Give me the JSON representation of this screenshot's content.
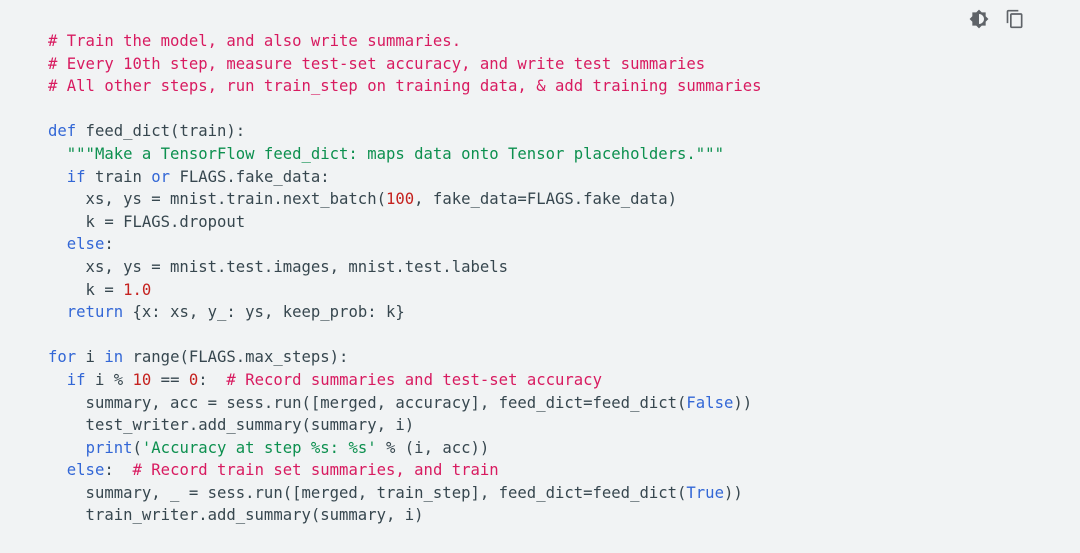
{
  "toolbar": {
    "theme_icon": "brightness-contrast-icon",
    "copy_icon": "copy-icon"
  },
  "colors": {
    "background": "#f1f3f4",
    "comment": "#d81b60",
    "keyword": "#3367d6",
    "string": "#0d904f",
    "number": "#c5221f",
    "plain": "#37474f"
  },
  "code_lines": [
    [
      [
        "comment",
        "# Train the model, and also write summaries."
      ]
    ],
    [
      [
        "comment",
        "# Every 10th step, measure test-set accuracy, and write test summaries"
      ]
    ],
    [
      [
        "comment",
        "# All other steps, run train_step on training data, & add training summaries"
      ]
    ],
    [],
    [
      [
        "keyword",
        "def"
      ],
      [
        "plain",
        " feed_dict(train):"
      ]
    ],
    [
      [
        "plain",
        "  "
      ],
      [
        "string",
        "\"\"\"Make a TensorFlow feed_dict: maps data onto Tensor placeholders.\"\"\""
      ]
    ],
    [
      [
        "plain",
        "  "
      ],
      [
        "keyword",
        "if"
      ],
      [
        "plain",
        " train "
      ],
      [
        "keyword",
        "or"
      ],
      [
        "plain",
        " FLAGS.fake_data:"
      ]
    ],
    [
      [
        "plain",
        "    xs, ys = mnist.train.next_batch("
      ],
      [
        "number",
        "100"
      ],
      [
        "plain",
        ", fake_data=FLAGS.fake_data)"
      ]
    ],
    [
      [
        "plain",
        "    k = FLAGS.dropout"
      ]
    ],
    [
      [
        "plain",
        "  "
      ],
      [
        "keyword",
        "else"
      ],
      [
        "plain",
        ":"
      ]
    ],
    [
      [
        "plain",
        "    xs, ys = mnist.test.images, mnist.test.labels"
      ]
    ],
    [
      [
        "plain",
        "    k = "
      ],
      [
        "number",
        "1.0"
      ]
    ],
    [
      [
        "plain",
        "  "
      ],
      [
        "keyword",
        "return"
      ],
      [
        "plain",
        " {x: xs, y_: ys, keep_prob: k}"
      ]
    ],
    [],
    [
      [
        "keyword",
        "for"
      ],
      [
        "plain",
        " i "
      ],
      [
        "keyword",
        "in"
      ],
      [
        "plain",
        " range(FLAGS.max_steps):"
      ]
    ],
    [
      [
        "plain",
        "  "
      ],
      [
        "keyword",
        "if"
      ],
      [
        "plain",
        " i % "
      ],
      [
        "number",
        "10"
      ],
      [
        "plain",
        " == "
      ],
      [
        "number",
        "0"
      ],
      [
        "plain",
        ":  "
      ],
      [
        "comment",
        "# Record summaries and test-set accuracy"
      ]
    ],
    [
      [
        "plain",
        "    summary, acc = sess.run([merged, accuracy], feed_dict=feed_dict("
      ],
      [
        "keyword",
        "False"
      ],
      [
        "plain",
        "))"
      ]
    ],
    [
      [
        "plain",
        "    test_writer.add_summary(summary, i)"
      ]
    ],
    [
      [
        "plain",
        "    "
      ],
      [
        "keyword",
        "print"
      ],
      [
        "plain",
        "("
      ],
      [
        "string",
        "'Accuracy at step %s: %s'"
      ],
      [
        "plain",
        " % (i, acc))"
      ]
    ],
    [
      [
        "plain",
        "  "
      ],
      [
        "keyword",
        "else"
      ],
      [
        "plain",
        ":  "
      ],
      [
        "comment",
        "# Record train set summaries, and train"
      ]
    ],
    [
      [
        "plain",
        "    summary, _ = sess.run([merged, train_step], feed_dict=feed_dict("
      ],
      [
        "keyword",
        "True"
      ],
      [
        "plain",
        "))"
      ]
    ],
    [
      [
        "plain",
        "    train_writer.add_summary(summary, i)"
      ]
    ]
  ]
}
